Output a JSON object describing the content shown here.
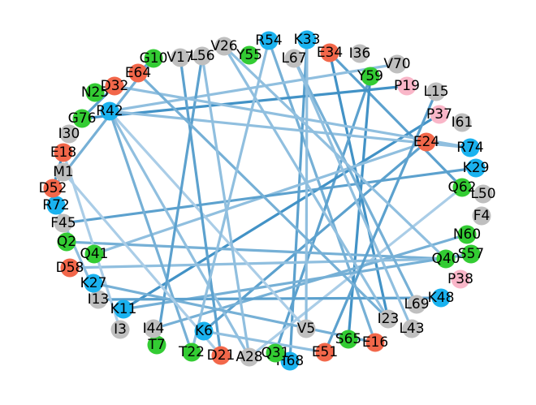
{
  "graph": {
    "colors": {
      "green": "#33cc33",
      "red": "#f2674a",
      "blue": "#1ab2ef",
      "gray": "#bfbfbf",
      "pink": "#f9b6c8"
    },
    "nodes": [
      {
        "id": "R54",
        "color": "blue"
      },
      {
        "id": "K33",
        "color": "blue"
      },
      {
        "id": "E34",
        "color": "red"
      },
      {
        "id": "I36",
        "color": "gray"
      },
      {
        "id": "V70",
        "color": "gray"
      },
      {
        "id": "Y59",
        "color": "green"
      },
      {
        "id": "P19",
        "color": "pink"
      },
      {
        "id": "L15",
        "color": "gray"
      },
      {
        "id": "P37",
        "color": "pink"
      },
      {
        "id": "I61",
        "color": "gray"
      },
      {
        "id": "E24",
        "color": "red"
      },
      {
        "id": "R74",
        "color": "blue"
      },
      {
        "id": "K29",
        "color": "blue"
      },
      {
        "id": "Q62",
        "color": "green"
      },
      {
        "id": "L50",
        "color": "gray"
      },
      {
        "id": "F4",
        "color": "gray"
      },
      {
        "id": "N60",
        "color": "green"
      },
      {
        "id": "S57",
        "color": "green"
      },
      {
        "id": "Q40",
        "color": "green"
      },
      {
        "id": "P38",
        "color": "pink"
      },
      {
        "id": "K48",
        "color": "blue"
      },
      {
        "id": "L69",
        "color": "gray"
      },
      {
        "id": "I23",
        "color": "gray"
      },
      {
        "id": "L43",
        "color": "gray"
      },
      {
        "id": "E16",
        "color": "red"
      },
      {
        "id": "S65",
        "color": "green"
      },
      {
        "id": "E51",
        "color": "red"
      },
      {
        "id": "V5",
        "color": "gray"
      },
      {
        "id": "H68",
        "color": "blue"
      },
      {
        "id": "Q31",
        "color": "green"
      },
      {
        "id": "A28",
        "color": "gray"
      },
      {
        "id": "D21",
        "color": "red"
      },
      {
        "id": "T22",
        "color": "green"
      },
      {
        "id": "K6",
        "color": "blue"
      },
      {
        "id": "T7",
        "color": "green"
      },
      {
        "id": "I44",
        "color": "gray"
      },
      {
        "id": "I3",
        "color": "gray"
      },
      {
        "id": "K11",
        "color": "blue"
      },
      {
        "id": "I13",
        "color": "gray"
      },
      {
        "id": "K27",
        "color": "blue"
      },
      {
        "id": "D58",
        "color": "red"
      },
      {
        "id": "Q41",
        "color": "green"
      },
      {
        "id": "Q2",
        "color": "green"
      },
      {
        "id": "F45",
        "color": "gray"
      },
      {
        "id": "R72",
        "color": "blue"
      },
      {
        "id": "D52",
        "color": "red"
      },
      {
        "id": "M1",
        "color": "gray"
      },
      {
        "id": "E18",
        "color": "red"
      },
      {
        "id": "I30",
        "color": "gray"
      },
      {
        "id": "G76",
        "color": "green"
      },
      {
        "id": "R42",
        "color": "blue"
      },
      {
        "id": "N25",
        "color": "green"
      },
      {
        "id": "D32",
        "color": "red"
      },
      {
        "id": "E64",
        "color": "red"
      },
      {
        "id": "G10",
        "color": "green"
      },
      {
        "id": "V17",
        "color": "gray"
      },
      {
        "id": "L56",
        "color": "gray"
      },
      {
        "id": "V26",
        "color": "gray"
      },
      {
        "id": "Y55",
        "color": "green"
      },
      {
        "id": "L67",
        "color": "gray"
      }
    ],
    "edges": [
      {
        "from": "E34",
        "to": "I23",
        "strength": 0.6
      },
      {
        "from": "E34",
        "to": "Q62",
        "strength": 0.5
      },
      {
        "from": "R54",
        "to": "E16",
        "strength": 0.4
      },
      {
        "from": "K33",
        "to": "H68",
        "strength": 0.5
      },
      {
        "from": "Y59",
        "to": "S65",
        "strength": 0.6
      },
      {
        "from": "Y59",
        "to": "Q31",
        "strength": 0.5
      },
      {
        "from": "V70",
        "to": "R42",
        "strength": 0.3
      },
      {
        "from": "P19",
        "to": "G76",
        "strength": 0.6
      },
      {
        "from": "P37",
        "to": "K11",
        "strength": 0.6
      },
      {
        "from": "E24",
        "to": "Q41",
        "strength": 0.3
      },
      {
        "from": "E24",
        "to": "K6",
        "strength": 0.5
      },
      {
        "from": "R74",
        "to": "R42",
        "strength": 0.3
      },
      {
        "from": "K29",
        "to": "F45",
        "strength": 0.5
      },
      {
        "from": "Q62",
        "to": "A28",
        "strength": 0.2
      },
      {
        "from": "N60",
        "to": "I44",
        "strength": 0.4
      },
      {
        "from": "Q40",
        "to": "Q2",
        "strength": 0.4
      },
      {
        "from": "Q40",
        "to": "D58",
        "strength": 0.3
      },
      {
        "from": "S57",
        "to": "K11",
        "strength": 0.4
      },
      {
        "from": "K48",
        "to": "I13",
        "strength": 0.5
      },
      {
        "from": "L69",
        "to": "L67",
        "strength": 0.4
      },
      {
        "from": "L43",
        "to": "L67",
        "strength": 0.3
      },
      {
        "from": "I23",
        "to": "V26",
        "strength": 0.3
      },
      {
        "from": "E51",
        "to": "L15",
        "strength": 0.5
      },
      {
        "from": "V5",
        "to": "K33",
        "strength": 0.3
      },
      {
        "from": "V5",
        "to": "R42",
        "strength": 0.2
      },
      {
        "from": "A28",
        "to": "R42",
        "strength": 0.3
      },
      {
        "from": "D21",
        "to": "V17",
        "strength": 0.5
      },
      {
        "from": "T22",
        "to": "R42",
        "strength": 0.4
      },
      {
        "from": "K6",
        "to": "E51",
        "strength": 0.3
      },
      {
        "from": "T7",
        "to": "L56",
        "strength": 0.5
      },
      {
        "from": "I3",
        "to": "E18",
        "strength": 0.2
      },
      {
        "from": "K27",
        "to": "E16",
        "strength": 0.4
      },
      {
        "from": "I13",
        "to": "R72",
        "strength": 0.3
      },
      {
        "from": "D52",
        "to": "E18",
        "strength": 0.6
      },
      {
        "from": "M1",
        "to": "D21",
        "strength": 0.2
      },
      {
        "from": "G76",
        "to": "D32",
        "strength": 0.5
      },
      {
        "from": "D32",
        "to": "R74",
        "strength": 0.3
      },
      {
        "from": "E64",
        "to": "I23",
        "strength": 0.4
      },
      {
        "from": "G10",
        "to": "E64",
        "strength": 0.5
      },
      {
        "from": "G10",
        "to": "D52",
        "strength": 0.4
      },
      {
        "from": "V26",
        "to": "Q40",
        "strength": 0.3
      },
      {
        "from": "L56",
        "to": "A28",
        "strength": 0.3
      },
      {
        "from": "R54",
        "to": "T22",
        "strength": 0.3
      }
    ]
  }
}
